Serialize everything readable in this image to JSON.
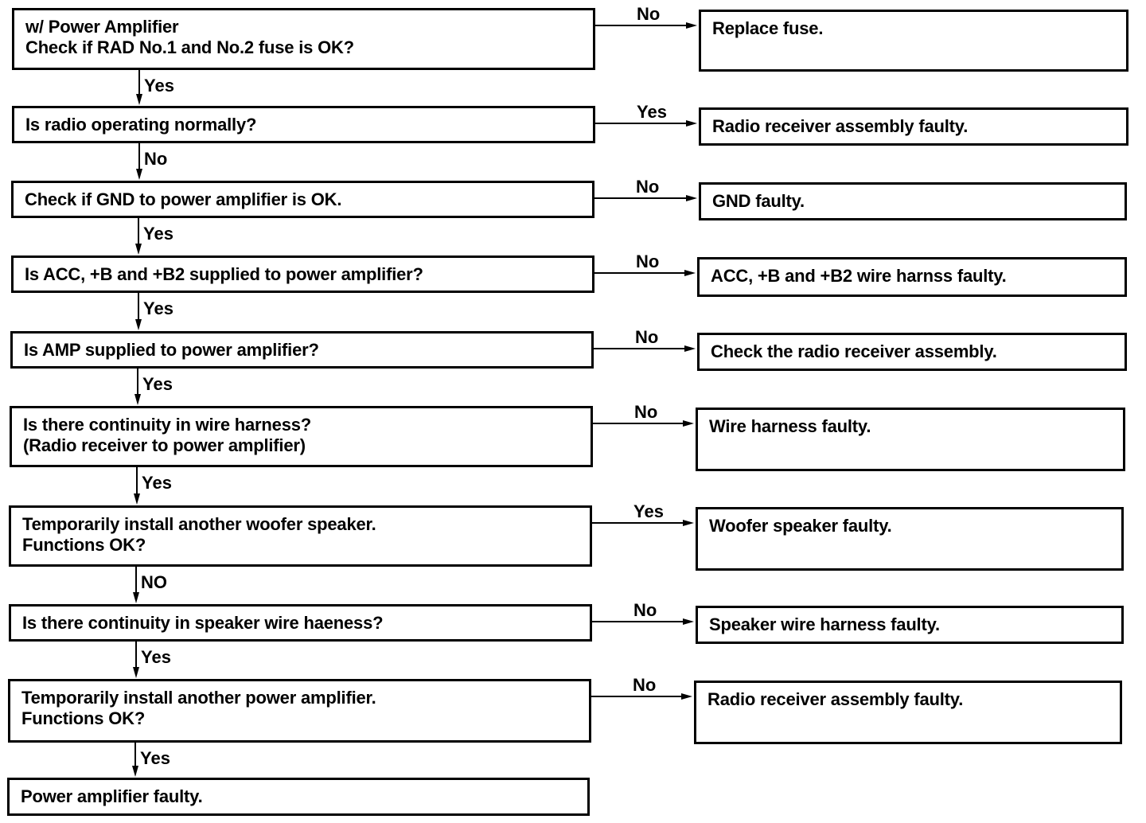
{
  "colors": {
    "line": "#000000",
    "background": "#ffffff",
    "text": "#000000"
  },
  "steps": [
    {
      "lines": [
        "w/ Power Amplifier",
        "Check if RAD No.1 and No.2 fuse is OK?"
      ],
      "branch_label": "No",
      "result": "Replace fuse.",
      "down_label": "Yes"
    },
    {
      "lines": [
        "Is radio operating normally?"
      ],
      "branch_label": "Yes",
      "result": "Radio receiver assembly faulty.",
      "down_label": "No"
    },
    {
      "lines": [
        "Check if GND to power amplifier is OK."
      ],
      "branch_label": "No",
      "result": "GND faulty.",
      "down_label": "Yes"
    },
    {
      "lines": [
        "Is ACC, +B and +B2 supplied to power amplifier?"
      ],
      "branch_label": "No",
      "result": "ACC, +B and +B2 wire harnss faulty.",
      "down_label": "Yes"
    },
    {
      "lines": [
        "Is AMP supplied to power amplifier?"
      ],
      "branch_label": "No",
      "result": "Check the radio receiver assembly.",
      "down_label": "Yes"
    },
    {
      "lines": [
        "Is there continuity in wire harness?",
        "(Radio receiver to power amplifier)"
      ],
      "branch_label": "No",
      "result": "Wire harness faulty.",
      "down_label": "Yes"
    },
    {
      "lines": [
        "Temporarily install another woofer speaker.",
        "Functions OK?"
      ],
      "branch_label": "Yes",
      "result": "Woofer speaker faulty.",
      "down_label": "NO"
    },
    {
      "lines": [
        "Is there continuity in speaker wire haeness?"
      ],
      "branch_label": "No",
      "result": "Speaker wire harness faulty.",
      "down_label": "Yes"
    },
    {
      "lines": [
        "Temporarily install another power amplifier.",
        "Functions OK?"
      ],
      "branch_label": "No",
      "result": "Radio receiver assembly faulty.",
      "down_label": "Yes"
    }
  ],
  "final": "Power amplifier faulty."
}
